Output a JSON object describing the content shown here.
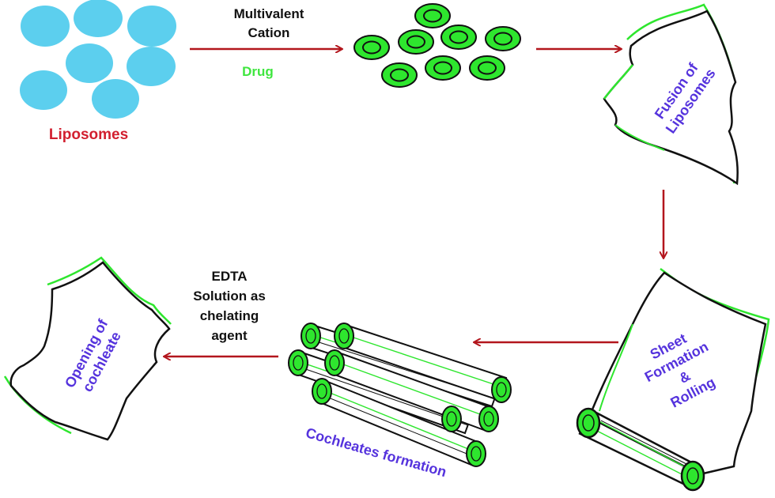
{
  "colors": {
    "liposome_fill": "#5ccfee",
    "vesicle_fill": "#2ee62e",
    "sheet_edge": "#2ee62e",
    "arrow": "#b3161d",
    "label_red": "#d21f2f",
    "label_green": "#3ee63e",
    "label_blue": "#5533dd",
    "label_black": "#111111",
    "outline": "#000000"
  },
  "icons": [
    "liposome-circle",
    "green-vesicle",
    "lipid-sheet",
    "rolled-cylinder",
    "arrow-right",
    "arrow-left",
    "arrow-down"
  ],
  "labels": {
    "liposomes": "Liposomes",
    "multivalent_line1": "Multivalent",
    "multivalent_line2": "Cation",
    "drug": "Drug",
    "fusion_line1": "Fusion of",
    "fusion_line2": "Liposomes",
    "sheet_line1": "Sheet",
    "sheet_line2": "Formation",
    "sheet_line3": "&",
    "sheet_line4": "Rolling",
    "cochleates": "Cochleates formation",
    "edta_line1": "EDTA",
    "edta_line2": "Solution as",
    "edta_line3": "chelating",
    "edta_line4": "agent",
    "opening_line1": "Opening of",
    "opening_line2": "cochleate"
  }
}
